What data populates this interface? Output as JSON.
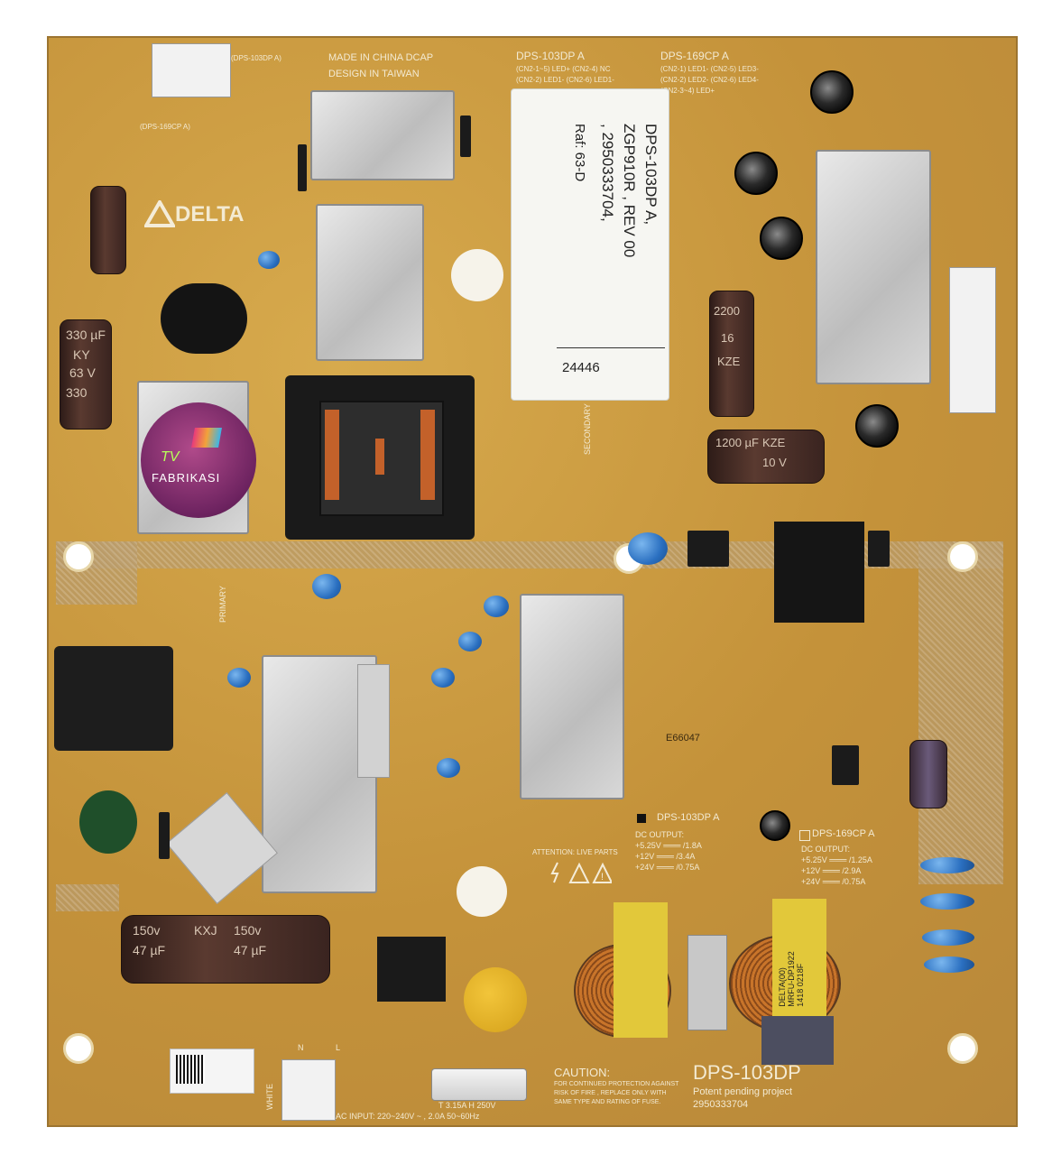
{
  "photo": {
    "brand_logo_text": "DELTA",
    "origin": [
      "MADE IN CHINA DCAP",
      "DESIGN IN TAIWAN"
    ],
    "model_headers": {
      "left": "DPS-103DP A",
      "right": "DPS-169CP A",
      "top_left_small": "(DPS-103DP A)",
      "top_connector_small": "(DPS-169CP A)"
    },
    "pin_map": {
      "103_row1": "(CN2-1~5) LED+ (CN2-4) NC",
      "103_row2": "(CN2-2) LED1-   (CN2-6) LED1-",
      "169_row1": "(CN2-1) LED1-    (CN2-5) LED3-",
      "169_row2": "(CN2-2) LED2-    (CN2-6) LED4-",
      "169_row3": "(CN2-3~4) LED+"
    },
    "sticker": {
      "line1": "DPS-103DP A,",
      "line2": "ZGP910R , REV 00",
      "line3": ", 2950333704,",
      "line4": "Raf: 63-D",
      "number": "24446"
    },
    "region_labels": {
      "secondary": "SECONDARY",
      "primary": "PRIMARY",
      "attention": "ATTENTION: LIVE PARTS"
    },
    "watermark": {
      "line1": "TV",
      "line2": "FABRIKASI"
    },
    "outputs_103": {
      "title": "DPS-103DP A",
      "heading": "DC OUTPUT:",
      "lines": [
        "+5.25V ═══ /1.8A",
        "+12V ═══ /3.4A",
        "+24V ═══ /0.75A"
      ]
    },
    "outputs_169": {
      "title": "DPS-169CP A",
      "heading": "DC OUTPUT:",
      "lines": [
        "+5.25V ═══ /1.25A",
        "+12V ═══ /2.9A",
        "+24V ═══ /0.75A"
      ]
    },
    "caution": {
      "title": "CAUTION:",
      "lines": [
        "FOR CONTINUED PROTECTION AGAINST",
        "RISK OF FIRE , REPLACE ONLY WITH",
        "SAME TYPE AND RATING OF FUSE."
      ]
    },
    "footer": {
      "model": "DPS-103DP",
      "project": "Potent pending project",
      "part": "2950333704"
    },
    "fuse_rating": "T 3.15A H 250V",
    "ac_input": "AC INPUT: 220~240V ~ , 2.0A 50~60Hz",
    "ul_code": "E66047",
    "cap_labels": {
      "cap330": [
        "330 µF",
        "KY",
        "63 V",
        "330"
      ],
      "cap47": [
        "150v",
        "47 µF",
        "KXJ",
        "150v",
        "47 µF"
      ],
      "cap1200": [
        "1200 µF",
        "KZE",
        "10 V"
      ],
      "cap2200": [
        "2200",
        "16",
        "KZE"
      ]
    },
    "white_connector": "WHITE",
    "conn_letters": [
      "N",
      "L"
    ],
    "chokes": [
      "DELTA(00)",
      "MRFU-DP1922",
      "1418 0218F"
    ]
  }
}
